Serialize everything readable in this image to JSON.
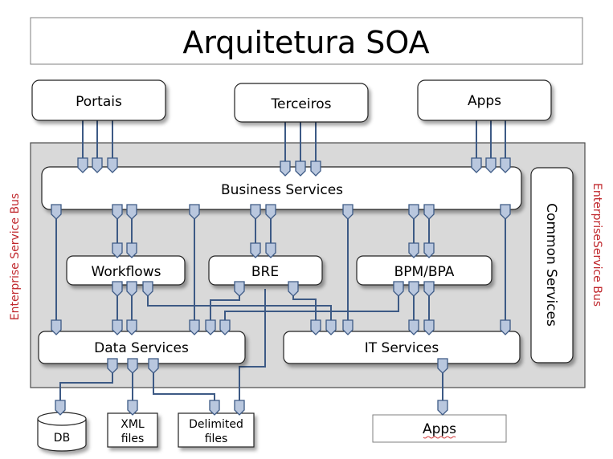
{
  "title": "Arquitetura SOA",
  "consumers": {
    "portais": "Portais",
    "terceiros": "Terceiros",
    "apps": "Apps"
  },
  "layers": {
    "business_services": "Business Services",
    "common_services": "Common Services",
    "workflows": "Workflows",
    "bre": "BRE",
    "bpm_bpa": "BPM/BPA",
    "data_services": "Data Services",
    "it_services": "IT Services"
  },
  "bus": {
    "left_label": "Enterprise Service Bus",
    "right_label": "EnterpriseService Bus"
  },
  "storage": {
    "db": "DB",
    "xml_line1": "XML",
    "xml_line2": "files",
    "delimited_line1": "Delimited",
    "delimited_line2": "files",
    "apps_bottom": "Apps"
  },
  "colors": {
    "bus_fill": "#d9d9d9",
    "connector_fill": "#b9c7de",
    "line_color": "#3d5a85",
    "side_label": "#c0282d"
  }
}
